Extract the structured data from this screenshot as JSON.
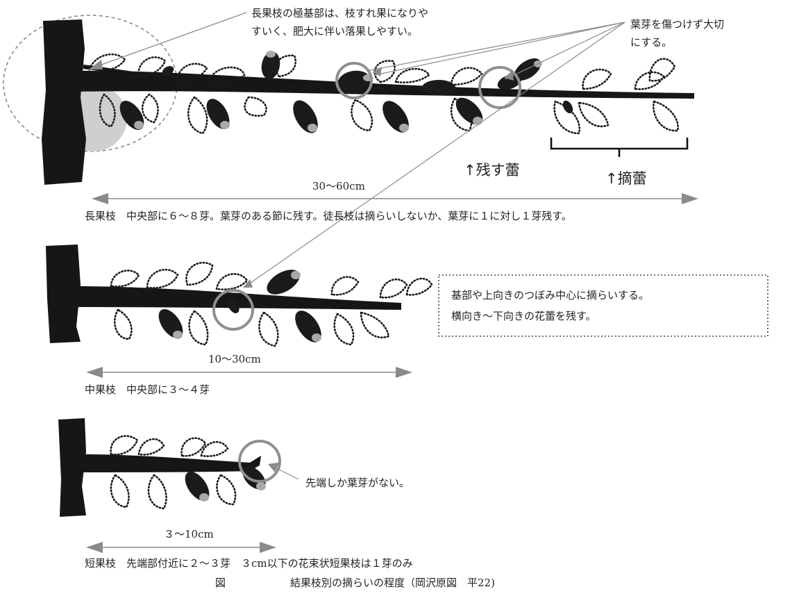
{
  "annotations": {
    "base_note_line1": "長果枝の極基部は、枝すれ果になりや",
    "base_note_line2": "すいく、肥大に伴い落果しやすい。",
    "leaf_note_line1": "葉芽を傷つけず大切",
    "leaf_note_line2": "にする。",
    "keep_label": "↑残す蕾",
    "thin_label": "↑摘蕾",
    "box_line1": "基部や上向きのつぼみ中心に摘らいする。",
    "box_line2": "横向き～下向きの花蕾を残す。",
    "tip_note": "先端しか葉芽がない。"
  },
  "long_branch": {
    "length": "30～60cm",
    "caption": "長果枝　中央部に６～８芽。葉芽のある節に残す。徒長枝は摘らいしないか、葉芽に１に対し１芽残す。"
  },
  "middle_branch": {
    "length": "10～30cm",
    "caption": "中果枝　中央部に３～４芽"
  },
  "short_branch": {
    "length": "３～10cm",
    "caption": "短果枝　先端部付近に２～３芽　３cm以下の花束状短果枝は１芽のみ"
  },
  "figure": {
    "label": "図",
    "title": "結果枝別の摘らいの程度（岡沢原図　平22)"
  },
  "colors": {
    "branch": "#161616",
    "bud_tip": "#a9a9a9",
    "highlight_ring": "#8f8f8f",
    "arrow": "#8a8a8a"
  }
}
